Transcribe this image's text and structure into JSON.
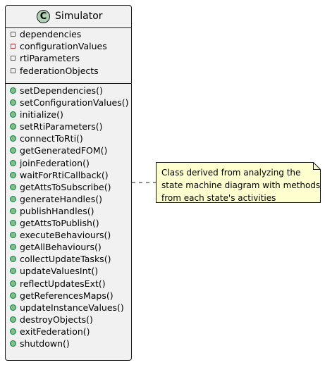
{
  "class": {
    "stereotype_letter": "C",
    "name": "Simulator",
    "fields": [
      {
        "visibility": "private",
        "name": "dependencies"
      },
      {
        "visibility": "private",
        "name": "configurationValues"
      },
      {
        "visibility": "private",
        "name": "rtiParameters"
      },
      {
        "visibility": "private",
        "name": "federationObjects"
      }
    ],
    "methods": [
      {
        "visibility": "public",
        "name": "setDependencies()"
      },
      {
        "visibility": "public",
        "name": "setConfigurationValues()"
      },
      {
        "visibility": "public",
        "name": "initialize()"
      },
      {
        "visibility": "public",
        "name": "setRtiParameters()"
      },
      {
        "visibility": "public",
        "name": "connectToRti()"
      },
      {
        "visibility": "public",
        "name": "getGeneratedFOM()"
      },
      {
        "visibility": "public",
        "name": "joinFederation()"
      },
      {
        "visibility": "public",
        "name": "waitForRtiCallback()"
      },
      {
        "visibility": "public",
        "name": "getAttsToSubscribe()"
      },
      {
        "visibility": "public",
        "name": "generateHandles()"
      },
      {
        "visibility": "public",
        "name": "publishHandles()"
      },
      {
        "visibility": "public",
        "name": "getAttsToPublish()"
      },
      {
        "visibility": "public",
        "name": "executeBehaviours()"
      },
      {
        "visibility": "public",
        "name": "getAllBehaviours()"
      },
      {
        "visibility": "public",
        "name": "collectUpdateTasks()"
      },
      {
        "visibility": "public",
        "name": "updateValuesInt()"
      },
      {
        "visibility": "public",
        "name": "reflectUpdatesExt()"
      },
      {
        "visibility": "public",
        "name": "getReferencesMaps()"
      },
      {
        "visibility": "public",
        "name": "updateInstanceValues()"
      },
      {
        "visibility": "public",
        "name": "destroyObjects()"
      },
      {
        "visibility": "public",
        "name": "exitFederation()"
      },
      {
        "visibility": "public",
        "name": "shutdown()"
      }
    ]
  },
  "note": {
    "lines": [
      "Class derived from analyzing the",
      "state machine diagram with methods",
      "from each state's activities"
    ]
  },
  "colors": {
    "class_fill": "#F1F1F1",
    "border": "#181818",
    "class_icon": "#ADD1B2",
    "private_marker": "#C82930",
    "public_marker_fill": "#84BE84",
    "public_marker_border": "#038048",
    "note_fill": "#FEFECE"
  }
}
